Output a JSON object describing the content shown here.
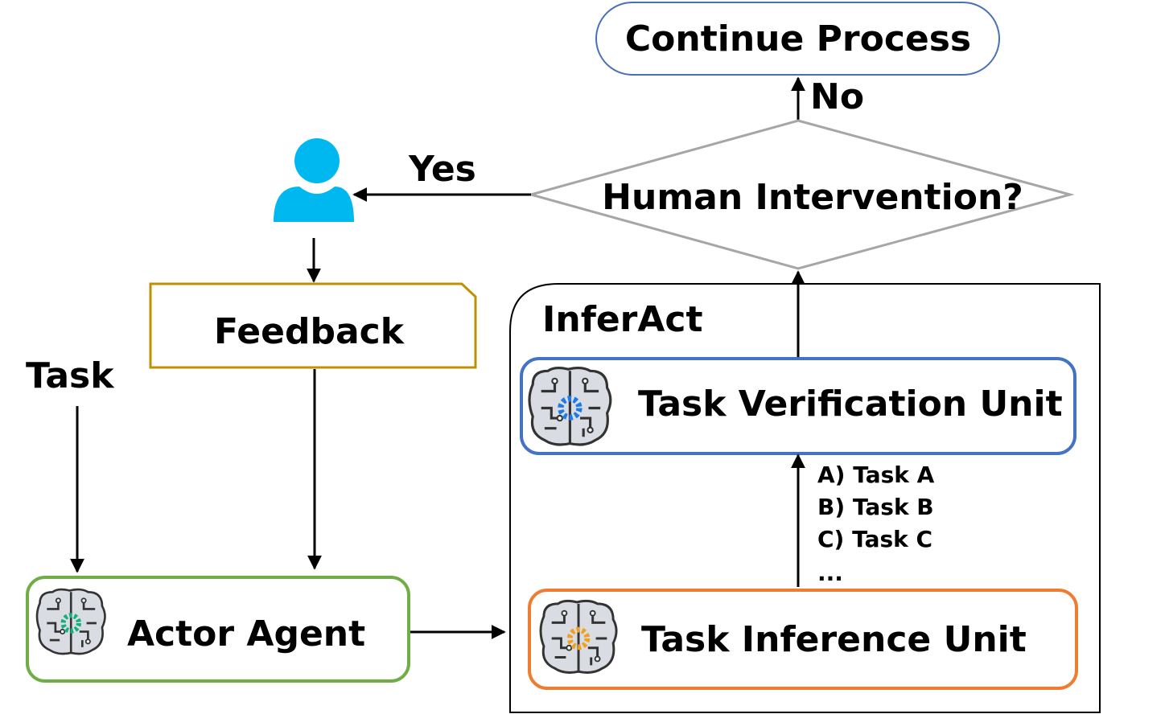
{
  "nodes": {
    "continue": {
      "label": "Continue Process",
      "color": "#4a6fb5"
    },
    "decision": {
      "label": "Human Intervention?",
      "color": "#a6a6a6"
    },
    "feedback": {
      "label": "Feedback",
      "color": "#bf9000"
    },
    "actor": {
      "label": "Actor Agent",
      "color": "#70ad47",
      "icon": "brain-gear-icon",
      "gear_color": "#14b07a"
    },
    "inferact": {
      "label": "InferAct"
    },
    "verification": {
      "label": "Task Verification Unit",
      "color": "#4472c4",
      "icon": "brain-gear-icon",
      "gear_color": "#1e7be6"
    },
    "inference": {
      "label": "Task Inference Unit",
      "color": "#ed7d31",
      "icon": "brain-gear-icon",
      "gear_color": "#f0a020"
    }
  },
  "edges": {
    "no_label": "No",
    "yes_label": "Yes",
    "task_label": "Task"
  },
  "task_list": [
    "A) Task A",
    "B) Task B",
    "C) Task C",
    "..."
  ],
  "person": {
    "icon": "person-icon",
    "color": "#00b8f0"
  }
}
